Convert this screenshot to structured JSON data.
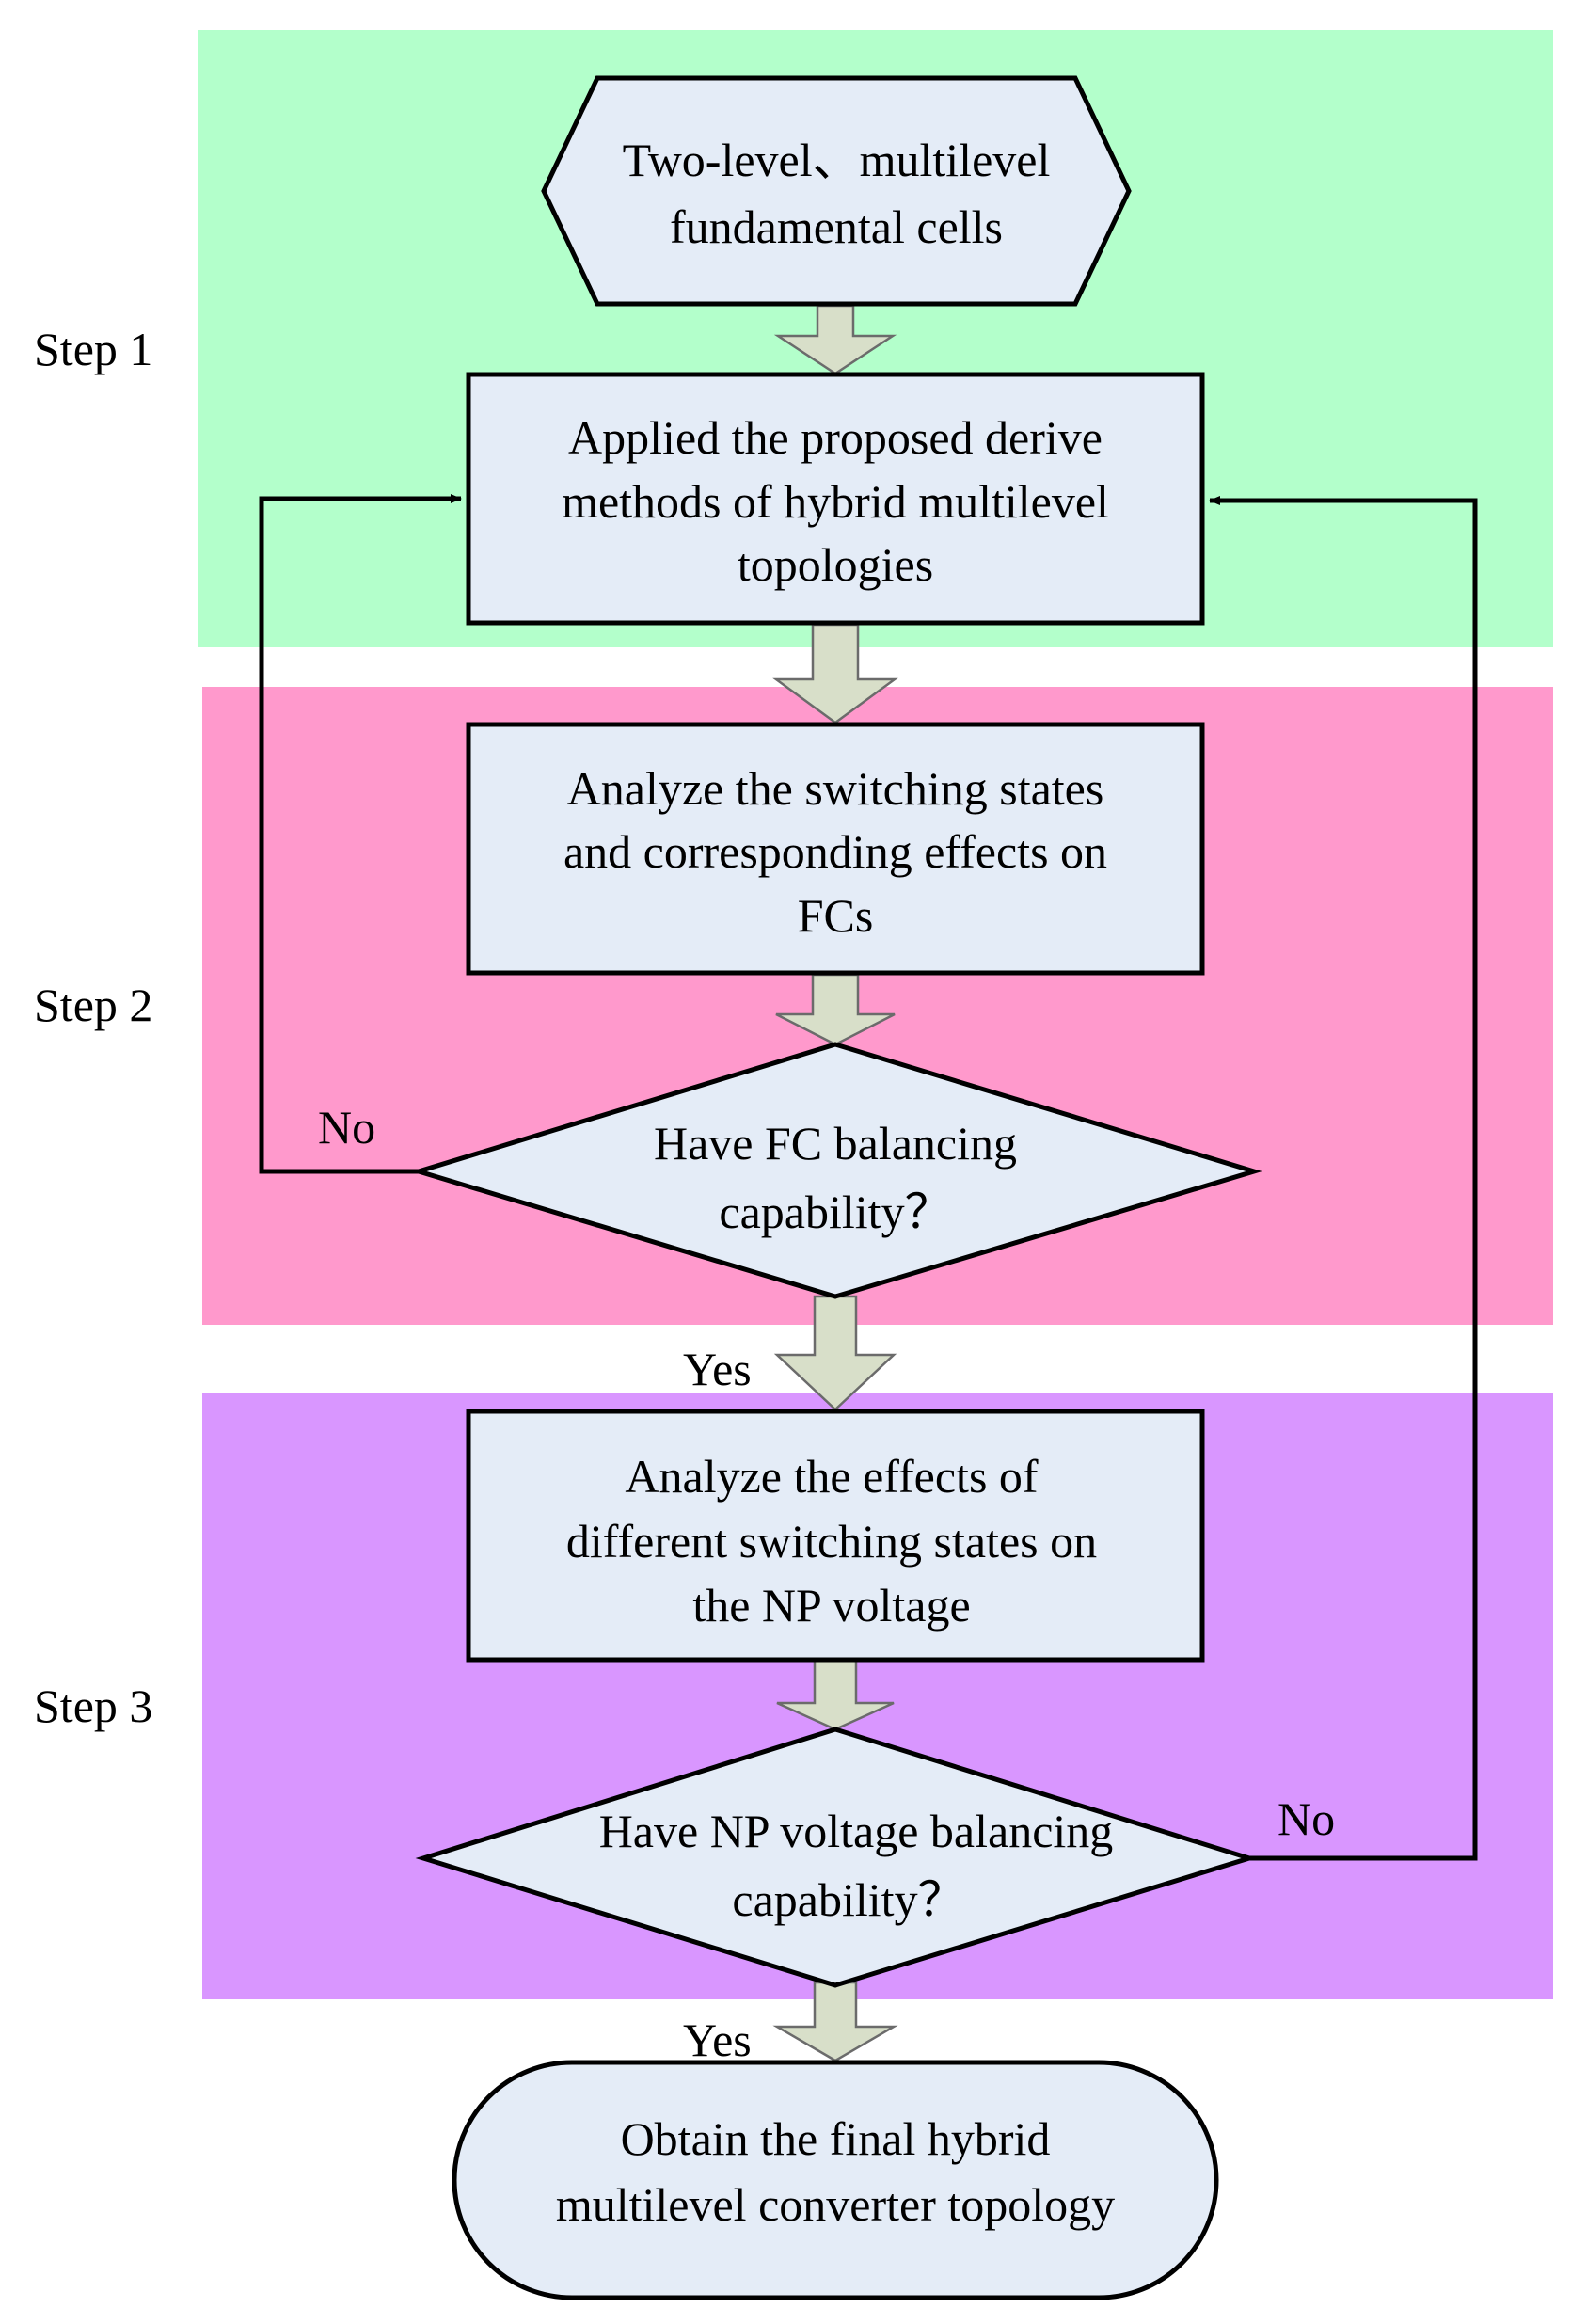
{
  "colors": {
    "step1_band": "#b3ffcb",
    "step2_band": "#ff99cc",
    "step3_band": "#d996ff",
    "node_fill": "#e4ecf7",
    "arrow_fill": "#d8dfc9"
  },
  "steps": {
    "step1": "Step 1",
    "step2": "Step 2",
    "step3": "Step 3"
  },
  "nodes": {
    "start": {
      "line1": "Two-level、multilevel",
      "line2": "fundamental cells"
    },
    "derive": {
      "line1": "Applied the proposed derive",
      "line2": "methods of hybrid multilevel",
      "line3": "topologies"
    },
    "switching": {
      "line1": "Analyze the switching states",
      "line2": "and corresponding effects on",
      "line3": "FCs"
    },
    "fc_decision": {
      "line1": "Have FC balancing",
      "line2": "capability？"
    },
    "np_analysis": {
      "line1": "Analyze the effects of",
      "line2": "different switching states on",
      "line3": "the NP voltage"
    },
    "np_decision": {
      "line1": "Have NP voltage balancing",
      "line2": "capability？"
    },
    "end": {
      "line1": "Obtain the final hybrid",
      "line2": "multilevel converter topology"
    }
  },
  "edges": {
    "fc_no": "No",
    "fc_yes": "Yes",
    "np_no": "No",
    "np_yes": "Yes"
  }
}
